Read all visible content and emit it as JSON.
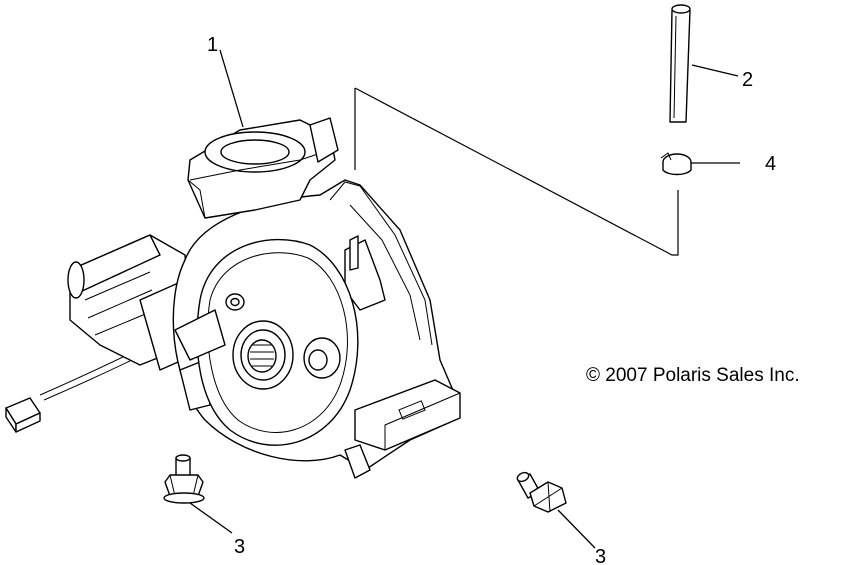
{
  "diagram": {
    "callouts": [
      {
        "id": "1",
        "label": "1"
      },
      {
        "id": "2",
        "label": "2"
      },
      {
        "id": "3a",
        "label": "3"
      },
      {
        "id": "3b",
        "label": "3"
      },
      {
        "id": "4",
        "label": "4"
      }
    ],
    "copyright": "© 2007 Polaris Sales Inc."
  },
  "colors": {
    "line": "#000000",
    "background": "#ffffff"
  }
}
